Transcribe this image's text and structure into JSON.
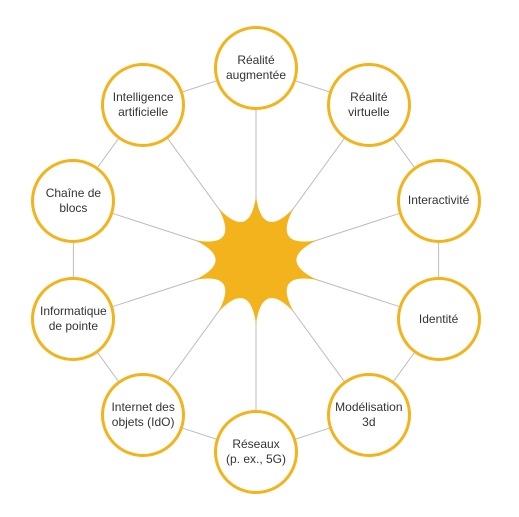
{
  "colors": {
    "accent": "#F3B31D",
    "connector": "#BDBDBD",
    "text": "#333333"
  },
  "center_shape": "star-burst",
  "nodes": [
    {
      "id": "realite-augmentee",
      "label": "Réalité\naugmentée"
    },
    {
      "id": "realite-virtuelle",
      "label": "Réalité\nvirtuelle"
    },
    {
      "id": "interactivite",
      "label": "Interactivité"
    },
    {
      "id": "identite",
      "label": "Identité"
    },
    {
      "id": "modelisation-3d",
      "label": "Modélisation\n3d"
    },
    {
      "id": "reseaux",
      "label": "Réseaux\n(p. ex., 5G)"
    },
    {
      "id": "internet-des-objets",
      "label": "Internet des\nobjets (IdO)"
    },
    {
      "id": "informatique-de-pointe",
      "label": "Informatique\nde pointe"
    },
    {
      "id": "chaine-de-blocs",
      "label": "Chaîne de\nblocs"
    },
    {
      "id": "intelligence-artificielle",
      "label": "Intelligence\nartificielle"
    }
  ]
}
